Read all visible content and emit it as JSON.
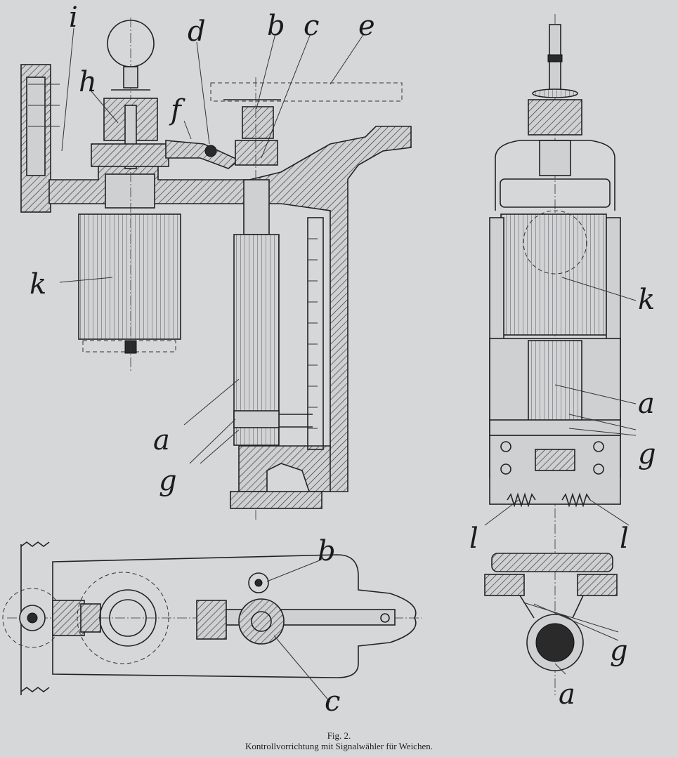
{
  "labels": {
    "i": "i",
    "h": "h",
    "f": "f",
    "d": "d",
    "b": "b",
    "c": "c",
    "e": "e",
    "k": "k",
    "a": "a",
    "g": "g",
    "l": "l"
  },
  "caption": {
    "number": "Fig. 2.",
    "title": "Kontrollvorrichtung mit Signalwähler für Weichen."
  }
}
